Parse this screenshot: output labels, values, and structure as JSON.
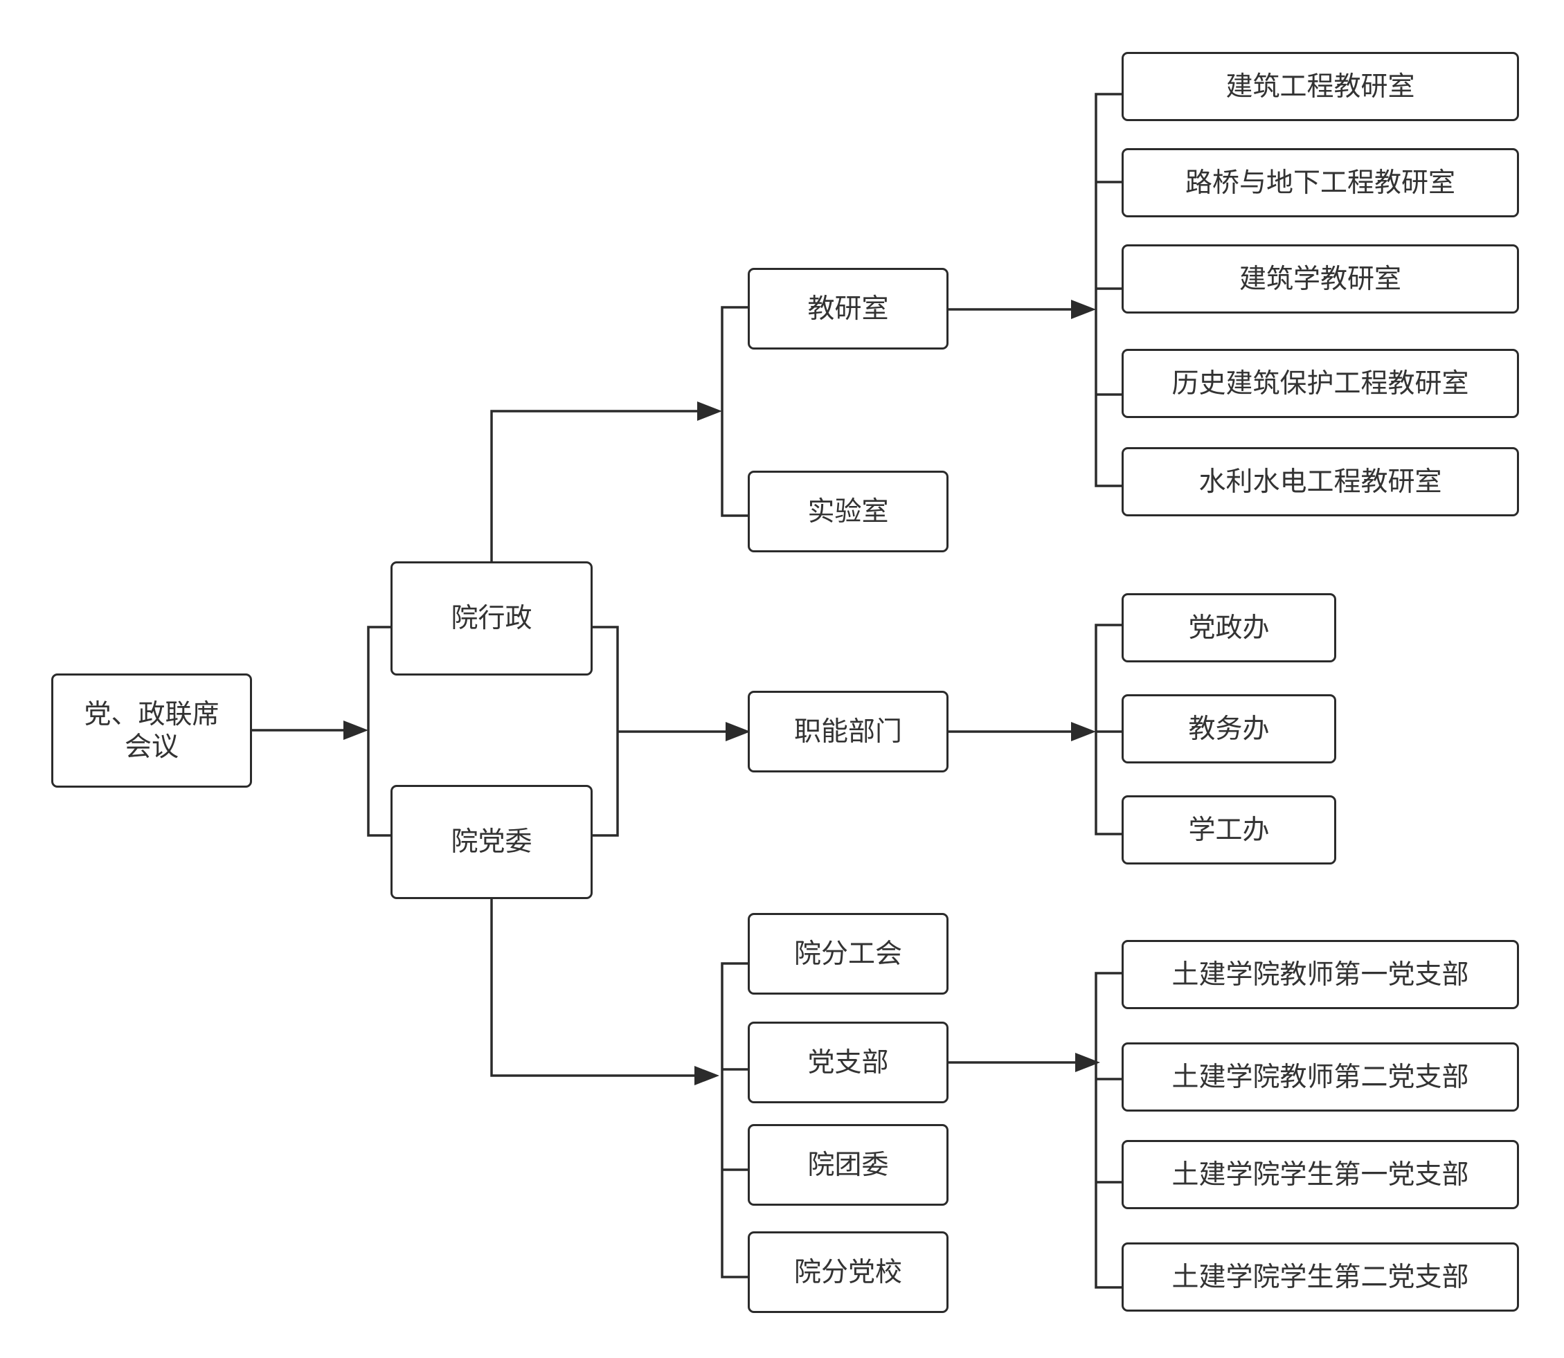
{
  "colors": {
    "line": "#2b2b2b",
    "text": "#333333",
    "node_fill": "#ffffff",
    "background": "#ffffff"
  },
  "nodes": {
    "joint_meeting": "党、政联席\n会议",
    "college_admin": "院行政",
    "college_party": "院党委",
    "teaching_offices": "教研室",
    "laboratory": "实验室",
    "functional_depts": "职能部门",
    "union": "院分工会",
    "party_branches": "党支部",
    "youth_league": "院团委",
    "party_school": "院分党校",
    "office_building_eng": "建筑工程教研室",
    "office_road_bridge": "路桥与地下工程教研室",
    "office_architecture": "建筑学教研室",
    "office_heritage": "历史建筑保护工程教研室",
    "office_hydro": "水利水电工程教研室",
    "party_admin_office": "党政办",
    "academic_affairs_office": "教务办",
    "student_affairs_office": "学工办",
    "branch_teacher_1": "土建学院教师第一党支部",
    "branch_teacher_2": "土建学院教师第二党支部",
    "branch_student_1": "土建学院学生第一党支部",
    "branch_student_2": "土建学院学生第二党支部"
  }
}
